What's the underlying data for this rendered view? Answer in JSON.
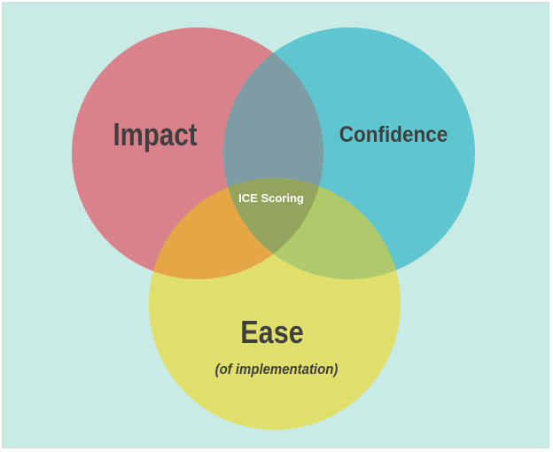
{
  "diagram": {
    "colors": {
      "background": "#c8ebe6",
      "impact": "#d9828c",
      "confidence": "#5fc6cf",
      "ease": "#e1df6c",
      "overlap_impact_confidence": "#7e9ca4",
      "overlap_impact_ease": "#e5a746",
      "overlap_confidence_ease": "#b0c96a",
      "overlap_all": "#95a45c"
    },
    "circles": {
      "impact": {
        "label": "Impact"
      },
      "confidence": {
        "label": "Confidence"
      },
      "ease": {
        "label": "Ease",
        "sublabel": "(of implementation)"
      }
    },
    "center_label": "ICE Scoring"
  }
}
